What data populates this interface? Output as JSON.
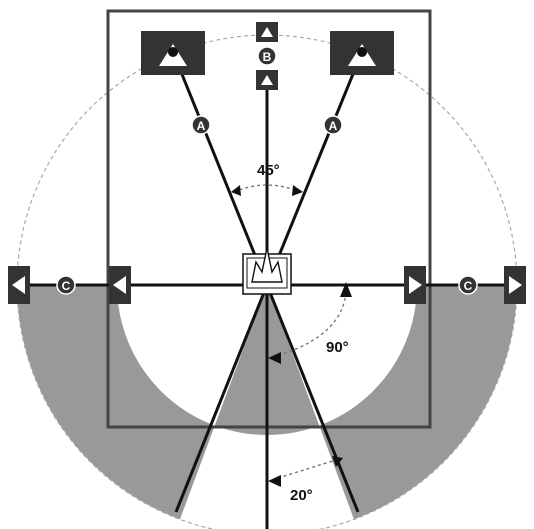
{
  "labels": {
    "front_left_speaker_tag": "A",
    "front_right_speaker_tag": "A",
    "center_speaker_tag": "B",
    "left_surround_tag": "C",
    "right_surround_tag": "C",
    "angle_front": "45°",
    "angle_side": "90°",
    "angle_rear": "20°"
  },
  "colors": {
    "line": "#111111",
    "room_border": "#444444",
    "speaker_fill": "#333333",
    "shaded_zone": "#999999",
    "dashed_circle": "#aaaaaa",
    "badge_fill": "#333333"
  }
}
